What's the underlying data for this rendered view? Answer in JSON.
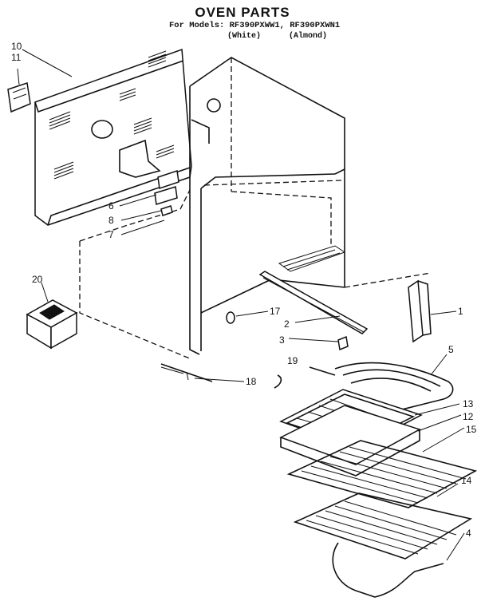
{
  "header": {
    "title": "OVEN PARTS",
    "models_line": "For Models: RF390PXWW1, RF390PXWN1",
    "finish_white": "(White)",
    "finish_almond": "(Almond)"
  },
  "callouts": [
    {
      "id": "c1",
      "label": "1"
    },
    {
      "id": "c2",
      "label": "2"
    },
    {
      "id": "c3",
      "label": "3"
    },
    {
      "id": "c4",
      "label": "4"
    },
    {
      "id": "c5",
      "label": "5"
    },
    {
      "id": "c6",
      "label": "6"
    },
    {
      "id": "c7",
      "label": "7"
    },
    {
      "id": "c8",
      "label": "8"
    },
    {
      "id": "c10",
      "label": "10"
    },
    {
      "id": "c11",
      "label": "11"
    },
    {
      "id": "c12",
      "label": "12"
    },
    {
      "id": "c13",
      "label": "13"
    },
    {
      "id": "c14",
      "label": "14"
    },
    {
      "id": "c15",
      "label": "15"
    },
    {
      "id": "c17",
      "label": "17"
    },
    {
      "id": "c18",
      "label": "18"
    },
    {
      "id": "c19",
      "label": "19"
    },
    {
      "id": "c20",
      "label": "20"
    }
  ]
}
